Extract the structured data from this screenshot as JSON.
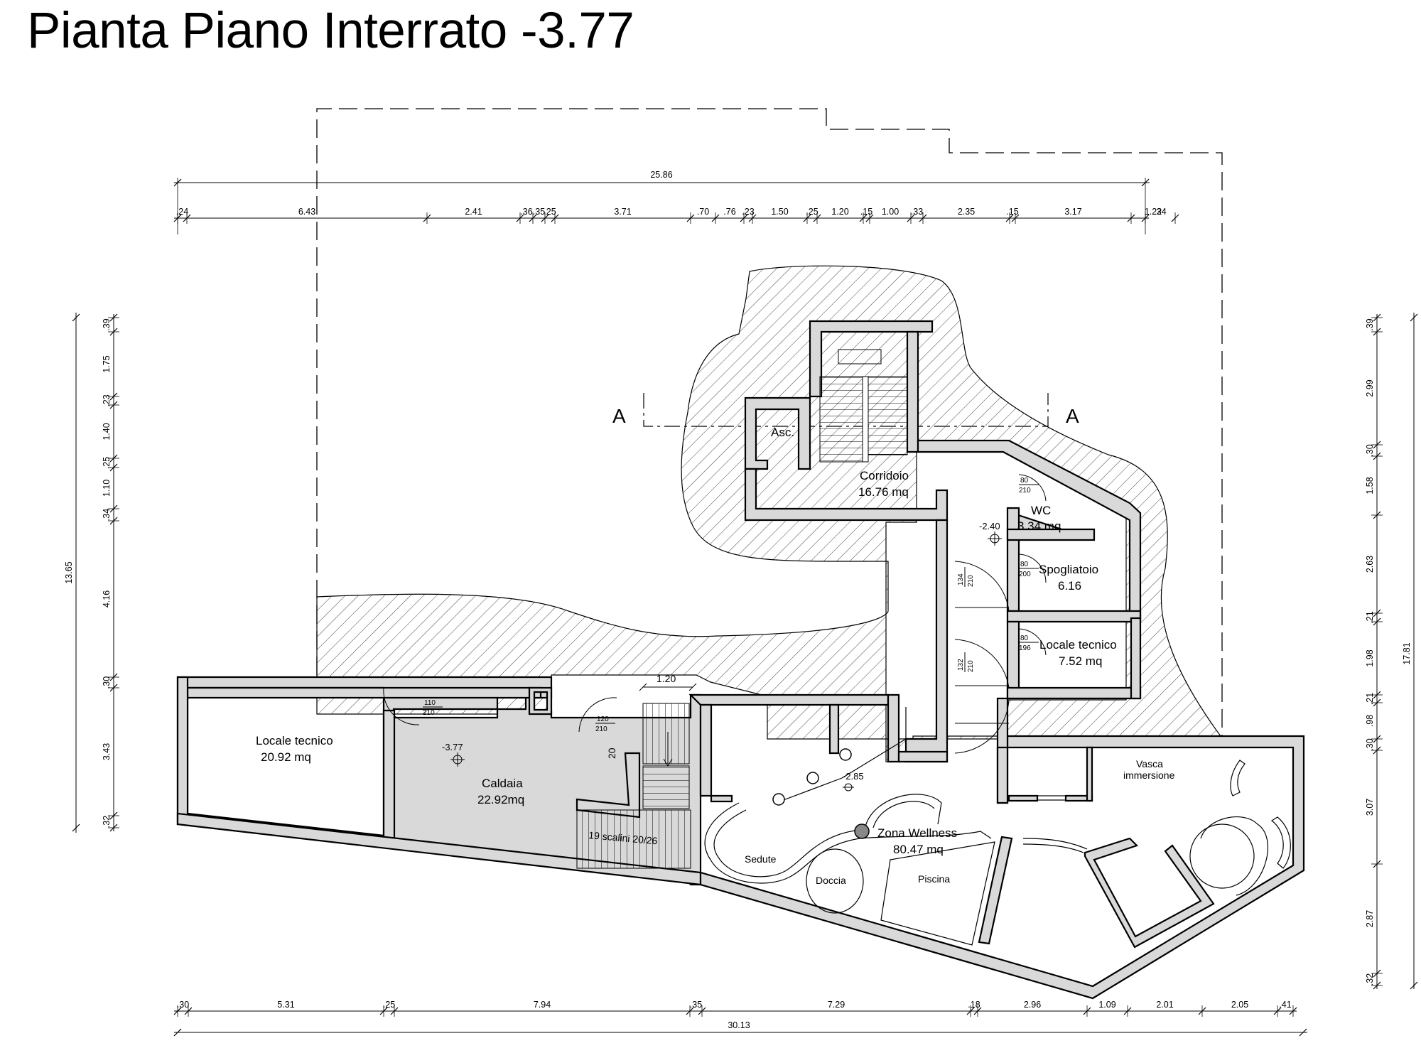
{
  "title": "Pianta Piano Interrato -3.77",
  "section": {
    "left": "A",
    "right": "A"
  },
  "rooms": [
    {
      "name": "Asc.",
      "area": ""
    },
    {
      "name": "Corridoio",
      "area": "16.76 mq"
    },
    {
      "name": "WC",
      "area": "3.34 mq"
    },
    {
      "name": "Spogliatoio",
      "area": "6.16"
    },
    {
      "name": "Locale tecnico",
      "area": "7.52 mq"
    },
    {
      "name": "Locale tecnico",
      "area": "20.92 mq"
    },
    {
      "name": "Caldaia",
      "area": "22.92mq"
    },
    {
      "name": "Zona Wellness",
      "area": "80.47 mq"
    }
  ],
  "features": {
    "vasca_1": "Vasca",
    "vasca_2": "immersione",
    "sedute": "Sedute",
    "doccia": "Doccia",
    "piscina": "Piscina",
    "scalini": "19 scalini 20/26",
    "stair_label": "20",
    "dim_120": "1.20"
  },
  "levels": {
    "caldaia": "-3.77",
    "wellness": "-2.85",
    "corridor": "-2.40"
  },
  "doors": [
    {
      "w": "80",
      "h": "210"
    },
    {
      "w": "80",
      "h": "200"
    },
    {
      "w": "80",
      "h": "196"
    },
    {
      "w": "134",
      "h": "210"
    },
    {
      "w": "132",
      "h": "210"
    },
    {
      "w": "110",
      "h": "210"
    },
    {
      "w": "120",
      "h": "210"
    }
  ],
  "dims": {
    "top_total": "25.86",
    "top_chain": [
      ".24",
      "6.43",
      "2.41",
      ".36",
      ".35",
      ".25",
      "3.71",
      ".70",
      ".76",
      ".23",
      "1.50",
      ".25",
      "1.20",
      ".15",
      "1.00",
      ".33",
      "2.35",
      ".15",
      "3.17",
      "1.22",
      ".34"
    ],
    "bottom_total": "30.13",
    "bottom_chain": [
      ".30",
      "5.31",
      ".25",
      "7.94",
      ".35",
      "7.29",
      ".18",
      "2.96",
      "1.09",
      "2.01",
      "2.05",
      ".41"
    ],
    "left_total": "13.65",
    "left_chain": [
      ".39",
      "1.75",
      ".23",
      "1.40",
      ".25",
      "1.10",
      ".34",
      "4.16",
      ".30",
      "3.43",
      ".32"
    ],
    "right_total": "17.81",
    "right_chain": [
      ".39",
      "2.99",
      ".30",
      "1.58",
      "2.63",
      ".21",
      "1.98",
      ".21",
      ".98",
      ".30",
      "3.07",
      "2.87",
      ".32"
    ]
  }
}
